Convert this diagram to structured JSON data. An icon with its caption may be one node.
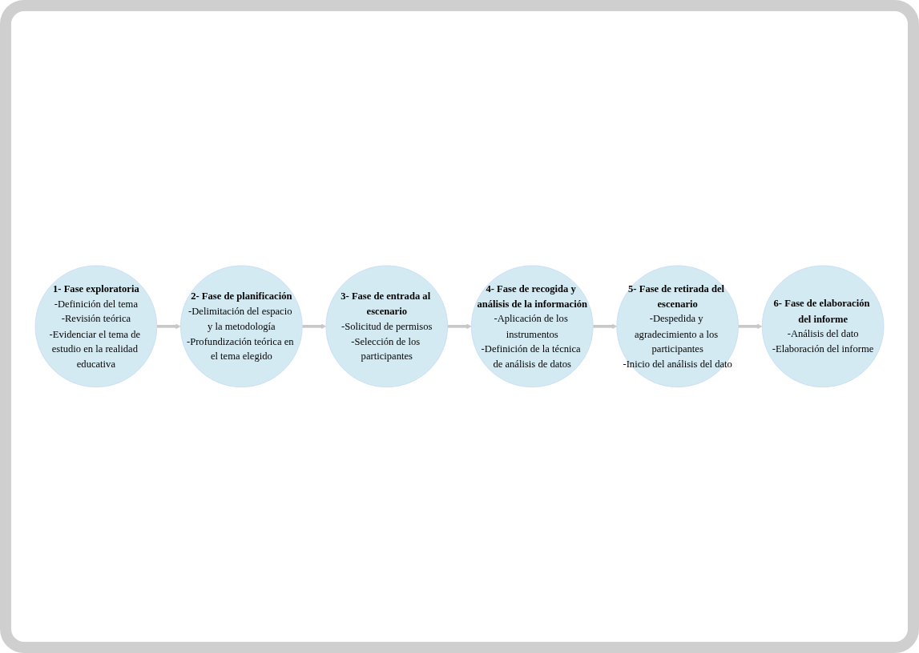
{
  "diagram": {
    "nodes": [
      {
        "text": [
          "1- Fase exploratoria",
          "-Definición del tema",
          "-Revisión teórica",
          "-Evidenciar el tema de estudio en la realidad educativa"
        ]
      },
      {
        "text": [
          "2- Fase de planificación",
          "-Delimitación del espacio y la metodología",
          "-Profundización teórica en el tema elegido"
        ]
      },
      {
        "text": [
          "3- Fase de entrada al escenario",
          "-Solicitud de permisos",
          "-Selección de los participantes"
        ]
      },
      {
        "text": [
          "4- Fase de recogida y análisis de la información",
          "-Aplicación de los instrumentos",
          "-Definición de la técnica de análisis de datos"
        ]
      },
      {
        "text": [
          "5- Fase de retirada del escenario",
          "-Despedida y agradecimiento a los participantes",
          "-Inicio del análisis del dato"
        ]
      },
      {
        "text": [
          "6- Fase de elaboración del informe",
          "-Análisis del dato",
          "-Elaboración del informe"
        ]
      }
    ],
    "edges": [
      {
        "from": 0,
        "to": 1,
        "arrow": "to"
      },
      {
        "from": 1,
        "to": 2,
        "arrow": "to"
      },
      {
        "from": 2,
        "to": 3,
        "arrow": "to"
      },
      {
        "from": 3,
        "to": 4,
        "arrow": "to"
      },
      {
        "from": 4,
        "to": 5,
        "arrow": "to"
      }
    ]
  }
}
